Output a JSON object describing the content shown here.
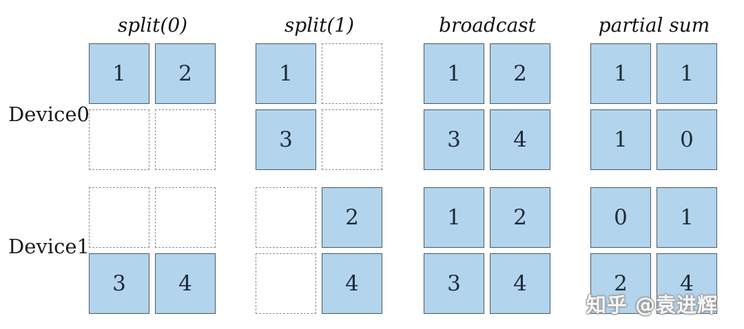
{
  "devices": [
    {
      "label": "Device0"
    },
    {
      "label": "Device1"
    }
  ],
  "colors": {
    "cell_fill": "#b2d4ec",
    "cell_border": "#4b5861",
    "dashed_border": "#8c8c8c",
    "text": "#1c2b3a"
  },
  "watermark": {
    "text": "知乎 @袁进辉"
  },
  "groups": [
    {
      "title": "split(0)",
      "device0": {
        "cells": [
          {
            "value": "1",
            "state": "filled"
          },
          {
            "value": "2",
            "state": "filled"
          },
          {
            "value": "",
            "state": "empty"
          },
          {
            "value": "",
            "state": "empty"
          }
        ]
      },
      "device1": {
        "cells": [
          {
            "value": "",
            "state": "empty"
          },
          {
            "value": "",
            "state": "empty"
          },
          {
            "value": "3",
            "state": "filled"
          },
          {
            "value": "4",
            "state": "filled"
          }
        ]
      }
    },
    {
      "title": "split(1)",
      "device0": {
        "cells": [
          {
            "value": "1",
            "state": "filled"
          },
          {
            "value": "",
            "state": "empty"
          },
          {
            "value": "3",
            "state": "filled"
          },
          {
            "value": "",
            "state": "empty"
          }
        ]
      },
      "device1": {
        "cells": [
          {
            "value": "",
            "state": "empty"
          },
          {
            "value": "2",
            "state": "filled"
          },
          {
            "value": "",
            "state": "empty"
          },
          {
            "value": "4",
            "state": "filled"
          }
        ]
      }
    },
    {
      "title": "broadcast",
      "device0": {
        "cells": [
          {
            "value": "1",
            "state": "filled"
          },
          {
            "value": "2",
            "state": "filled"
          },
          {
            "value": "3",
            "state": "filled"
          },
          {
            "value": "4",
            "state": "filled"
          }
        ]
      },
      "device1": {
        "cells": [
          {
            "value": "1",
            "state": "filled"
          },
          {
            "value": "2",
            "state": "filled"
          },
          {
            "value": "3",
            "state": "filled"
          },
          {
            "value": "4",
            "state": "filled"
          }
        ]
      }
    },
    {
      "title": "partial sum",
      "device0": {
        "cells": [
          {
            "value": "1",
            "state": "filled"
          },
          {
            "value": "1",
            "state": "filled"
          },
          {
            "value": "1",
            "state": "filled"
          },
          {
            "value": "0",
            "state": "filled"
          }
        ]
      },
      "device1": {
        "cells": [
          {
            "value": "0",
            "state": "filled"
          },
          {
            "value": "1",
            "state": "filled"
          },
          {
            "value": "2",
            "state": "filled"
          },
          {
            "value": "4",
            "state": "filled"
          }
        ]
      }
    }
  ]
}
